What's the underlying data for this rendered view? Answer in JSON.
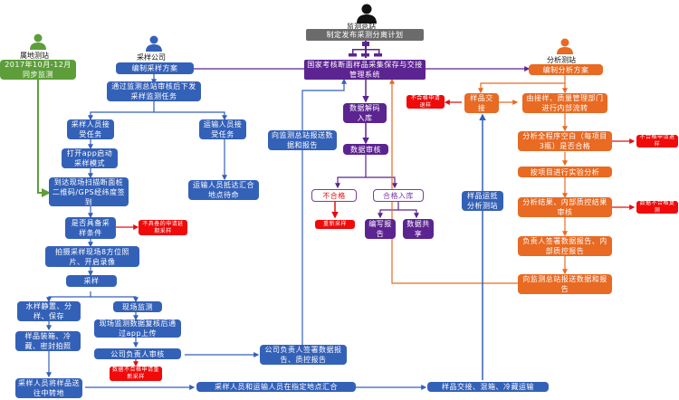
{
  "actors": {
    "hq": "监测总站",
    "local": "属地测站",
    "company": "采样公司",
    "lab": "分析测站"
  },
  "hq": {
    "plan": "制定发布采测分离计划",
    "system": "国家考核断面样品采集保存与交接管理系统"
  },
  "local": {
    "sync": "2017年10月-12月同步监测"
  },
  "company": {
    "plan": "编制采样方案",
    "task": "通过监测总站审核后下发采样监测任务",
    "sampler_accept": "采样人员接受任务",
    "transport_accept": "运输人员接受任务",
    "open_app": "打开app启动采样模式",
    "arrive": "到达现场扫描断面桩二维码/GPS经纬度签到",
    "transport_arrive": "运输人员抵达汇合地点待命",
    "condition": "是否具备采样条件",
    "condition_no": "不具备的申请延期采样",
    "photo": "拍摄采样现场8方位照片、开启录像",
    "sampling": "采样",
    "water": "水样静置、分样、保存",
    "field": "现场监测",
    "pack": "样品装箱、冷藏、密封拍照",
    "field_upload": "现场监测数据复核后通过app上传",
    "review": "公司负责人审核",
    "review_fail": "数据不合格申请重新采样",
    "send": "采样人员将样品送往中转地",
    "sign": "公司负责人签署数据报告、质控报告",
    "report_hq": "向监测总站报送数据和报告"
  },
  "system_flow": {
    "decode": "数据解码入库",
    "audit": "数据审核",
    "fail": "不合格",
    "resample": "重新采样",
    "pass": "合格入库",
    "write": "编写报告",
    "share": "数据共享"
  },
  "bottom": {
    "meet": "采样人员和运输人员在指定地点汇合",
    "transfer": "样品交接、混箱、冷藏运输",
    "arrive_lab": "样品运抵分析测站"
  },
  "lab": {
    "plan": "编制分析方案",
    "handover": "样品交接",
    "handover_fail": "不合格申请退样",
    "internal": "由接样、质量管理部门进行内部流转",
    "blank": "分析全程序空白（每项目3瓶）是否合格",
    "blank_fail": "不合格申请退样",
    "analysis": "按项目进行实验分析",
    "qc": "分析结果、内部质控结果审核",
    "qc_fail": "数据不合格复测",
    "sign": "负责人签署数据报告、内部质控报告",
    "report": "向监测总站报送数据和报告"
  }
}
